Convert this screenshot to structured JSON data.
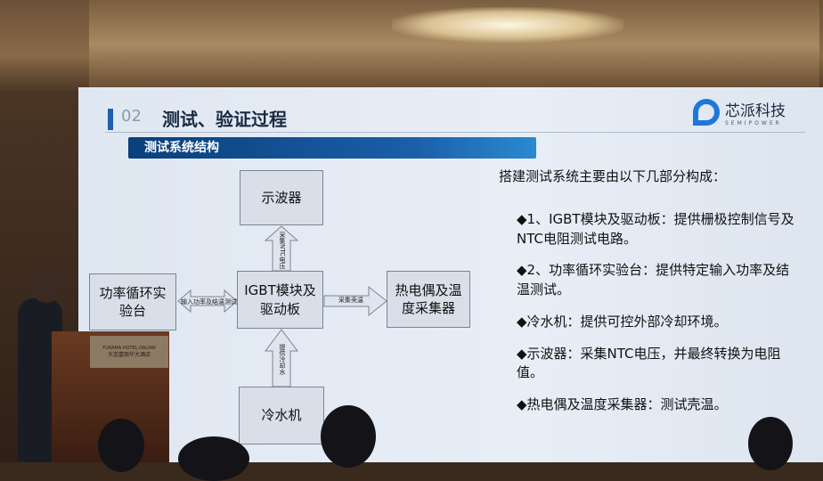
{
  "slide": {
    "section_number": "02",
    "title": "测试、验证过程",
    "logo": {
      "cn": "芯派科技",
      "en": "SEMIPOWER"
    },
    "section_bar": "测试系统结构",
    "diagram": {
      "boxes": {
        "oscilloscope": "示波器",
        "power_cycle": "功率循环实验台",
        "igbt": "IGBT模块及驱动板",
        "thermocouple": "热电偶及温度采集器",
        "chiller": "冷水机"
      },
      "arrows": {
        "up_top": "采集NTC电压",
        "left": "输入功率及结温测试",
        "right": "采集壳温",
        "up_bottom": "提供冷却水"
      }
    },
    "description": {
      "intro": "搭建测试系统主要由以下几部分构成：",
      "items": [
        "◆1、IGBT模块及驱动板：提供栅极控制信号及NTC电阻测试电路。",
        "◆2、功率循环实验台：提供特定输入功率及结温测试。",
        "◆冷水机：提供可控外部冷却环境。",
        "◆示波器：采集NTC电压，并最终转换为电阻值。",
        "◆热电偶及温度采集器：测试壳温。"
      ]
    }
  },
  "podium": {
    "plaque_en": "FURAMA HOTEL DALIAN",
    "plaque_cn": "大连富丽华大酒店"
  }
}
